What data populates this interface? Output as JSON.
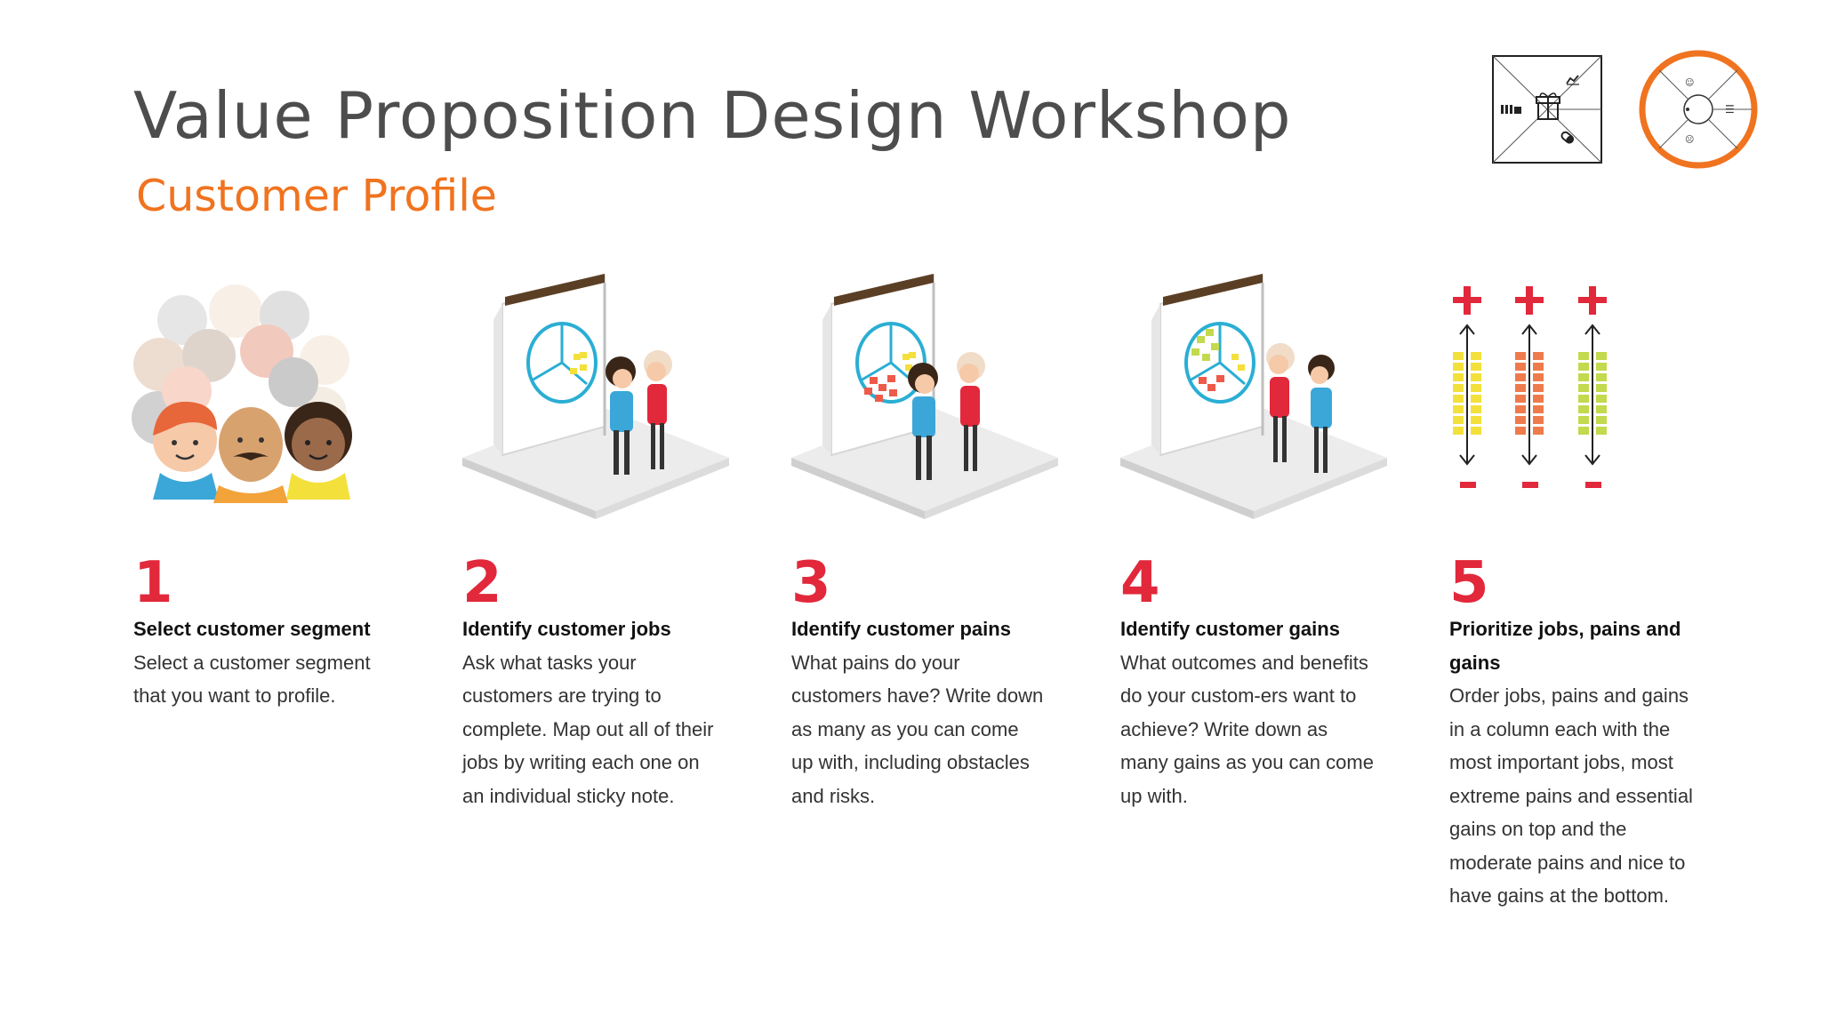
{
  "header": {
    "title": "Value Proposition Design Workshop",
    "subtitle": "Customer Profile"
  },
  "icons": {
    "value_map": "value-map-icon",
    "customer_profile": "customer-profile-icon"
  },
  "colors": {
    "accent_orange": "#f0731f",
    "step_red": "#e2283b",
    "jobs_yellow": "#f3e03b",
    "pains_orange": "#ee7b4c",
    "gains_green": "#c3d94e",
    "chart_blue": "#2aaed4"
  },
  "steps": [
    {
      "number": "1",
      "title": "Select customer segment",
      "desc": "Select a customer segment that you want to profile.",
      "illustration": "customer-crowd-illustration"
    },
    {
      "number": "2",
      "title": "Identify customer jobs",
      "desc": "Ask what tasks your customers are trying to complete. Map out all of their jobs by writing each one on an individual sticky note.",
      "illustration": "flipchart-jobs-illustration"
    },
    {
      "number": "3",
      "title": "Identify customer pains",
      "desc": "What pains do your customers have? Write down as many as you can come up with, including obstacles and risks.",
      "illustration": "flipchart-pains-illustration"
    },
    {
      "number": "4",
      "title": "Identify customer gains",
      "desc": "What outcomes and benefits do your custom-ers want to achieve? Write down as many gains as you can come up with.",
      "illustration": "flipchart-gains-illustration"
    },
    {
      "number": "5",
      "title": "Prioritize jobs, pains and gains",
      "desc": "Order jobs, pains and gains in a column each with the most important jobs, most extreme pains and essential gains on top and the moderate pains and nice to have gains at the bottom.",
      "illustration": "priority-columns-illustration"
    }
  ]
}
